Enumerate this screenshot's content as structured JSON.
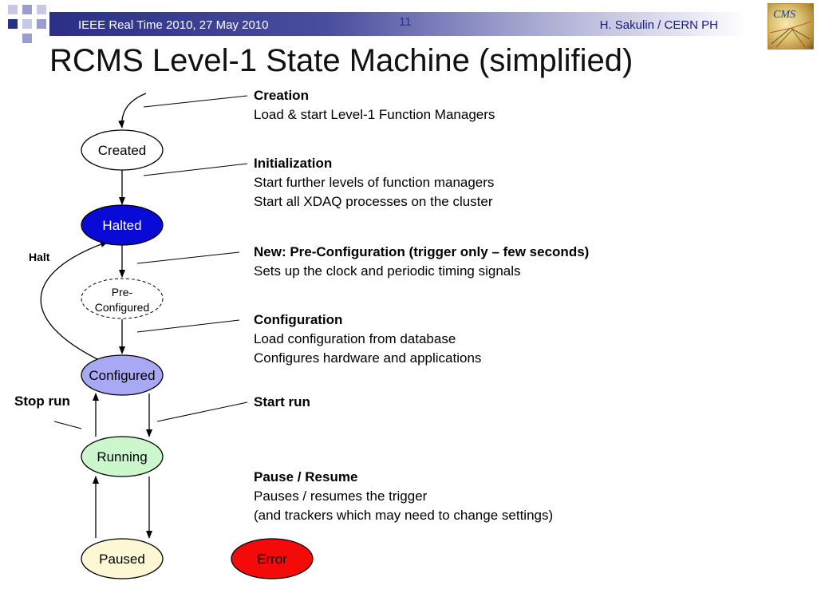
{
  "header": {
    "left": "IEEE Real Time 2010, 27 May 2010",
    "page_number": "11",
    "right": "H. Sakulin / CERN PH",
    "logo_text": "CMS",
    "bar_color": "#2b2f86"
  },
  "title": "RCMS Level-1 State Machine (simplified)",
  "states": {
    "created": "Created",
    "halted": "Halted",
    "preconfigured": [
      "Pre-",
      "Configured"
    ],
    "configured": "Configured",
    "running": "Running",
    "paused": "Paused",
    "error": "Error"
  },
  "transitions": {
    "halt": "Halt",
    "stop_run": "Stop run"
  },
  "notes": {
    "creation": {
      "heading": "Creation",
      "lines": [
        "Load & start Level-1 Function Managers"
      ]
    },
    "initialization": {
      "heading": "Initialization",
      "lines": [
        "Start further levels of function managers",
        "Start all XDAQ processes on the cluster"
      ]
    },
    "preconfiguration": {
      "heading": "New: Pre-Configuration (trigger only – few seconds)",
      "lines": [
        "Sets up the clock and periodic timing signals"
      ]
    },
    "configuration": {
      "heading": "Configuration",
      "lines": [
        "Load configuration from database",
        "Configures hardware and applications"
      ]
    },
    "startrun": {
      "heading": "Start run",
      "lines": []
    },
    "pauseresume": {
      "heading": "Pause / Resume",
      "lines": [
        "Pauses / resumes the trigger",
        "(and trackers which may need to change settings)"
      ]
    }
  },
  "colors": {
    "created": "#ffffff",
    "halted": "#0a0ad6",
    "preconfigured": "#ffffff",
    "configured": "#a8a8f5",
    "running": "#ccf7cc",
    "paused": "#fdf7d3",
    "error": "#f50a0a"
  }
}
